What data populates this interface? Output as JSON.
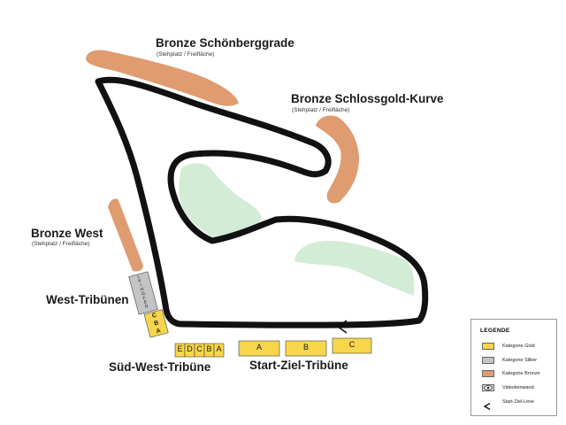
{
  "areas": {
    "schoenberg": {
      "title": "Bronze Schönberggrade",
      "sub": "(Stehplatz / Freifläche)"
    },
    "schlossgold": {
      "title": "Bronze Schlossgold-Kurve",
      "sub": "(Stehplatz / Freifläche)"
    },
    "west": {
      "title": "Bronze West",
      "sub": "(Stehplatz / Freifläche)"
    }
  },
  "grandstands": {
    "west": {
      "title": "West-Tribünen",
      "blocks_gold": [
        "A",
        "B",
        "C"
      ],
      "blocks_silver": [
        "D",
        "E",
        "F",
        "G",
        "H",
        "I",
        "K",
        "L"
      ]
    },
    "southwest": {
      "title": "Süd-West-Tribüne",
      "blocks": [
        "A",
        "B",
        "C",
        "D",
        "E"
      ]
    },
    "startfinish": {
      "title": "Start-Ziel-Tribüne",
      "blocks": [
        "A",
        "B",
        "C"
      ]
    }
  },
  "legend": {
    "title": "LEGENDE",
    "items": [
      {
        "label": "Kategorie Gold",
        "color": "#f7d64c",
        "icon": "gold-swatch"
      },
      {
        "label": "Kategorie Silber",
        "color": "#c4c4c4",
        "icon": "silver-swatch"
      },
      {
        "label": "Kategorie Bronze",
        "color": "#df9c70",
        "icon": "bronze-swatch"
      },
      {
        "label": "Videoleinwand",
        "icon": "eye-icon"
      },
      {
        "label": "Start-Ziel-Linie",
        "icon": "chevron-left-icon"
      }
    ]
  },
  "colors": {
    "gold": "#f7d64c",
    "silver": "#c4c4c4",
    "bronze": "#df9c70",
    "green": "#d3ecd6",
    "track": "#111111"
  }
}
